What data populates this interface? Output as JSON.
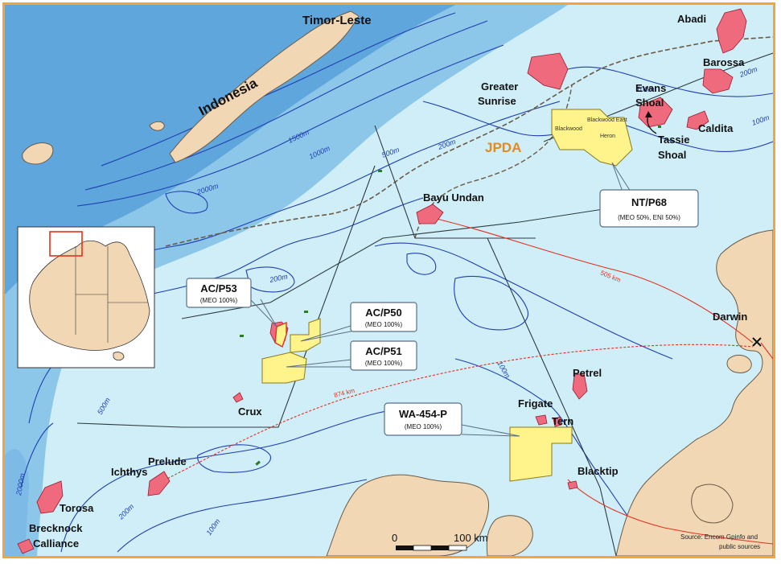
{
  "colors": {
    "deep_sea": "#4f97d4",
    "mid_sea": "#8cc7ea",
    "shelf_sea": "#cfeef8",
    "land": "#f2d7b5",
    "field": "#f06a7e",
    "permit": "#fff38c",
    "contour": "#1f3fb0",
    "pipeline": "#e2311f",
    "frame": "#f3a43a",
    "jpda_label": "#e38a1c"
  },
  "countries": {
    "timor_leste": "Timor-Leste",
    "indonesia": "Indonesia"
  },
  "zone_label": "JPDA",
  "fields": {
    "abadi": "Abadi",
    "barossa": "Barossa",
    "greater_sunrise": "Greater\nSunrise",
    "evans_shoal": "Evans\nShoal",
    "caldita": "Caldita",
    "tassie_shoal": "Tassie\nShoal",
    "bayu_undan": "Bayu Undan",
    "petrel": "Petrel",
    "frigate": "Frigate",
    "tern": "Tern",
    "blacktip": "Blacktip",
    "crux": "Crux",
    "ichthys": "Ichthys",
    "prelude": "Prelude",
    "torosa": "Torosa",
    "brecknock": "Brecknock",
    "calliance": "Calliance",
    "blackwood": "Blackwood",
    "blackwood_east": "Blackwood East",
    "heron": "Heron"
  },
  "city": "Darwin",
  "permits": [
    {
      "id": "ntp68",
      "title": "NT/P68",
      "subtitle": "(MEO 50%, ENI 50%)"
    },
    {
      "id": "acp53",
      "title": "AC/P53",
      "subtitle": "(MEO 100%)"
    },
    {
      "id": "acp50",
      "title": "AC/P50",
      "subtitle": "(MEO 100%)"
    },
    {
      "id": "acp51",
      "title": "AC/P51",
      "subtitle": "(MEO 100%)"
    },
    {
      "id": "wa454p",
      "title": "WA-454-P",
      "subtitle": "(MEO 100%)"
    }
  ],
  "contours": {
    "c1500": "1500m",
    "c1000": "1000m",
    "c2000a": "2000m",
    "c500a": "500m",
    "c200a": "200m",
    "c2000b": "2000m",
    "c500b": "500m",
    "c200b": "200m",
    "c100a": "100m",
    "c100b": "100m",
    "c200c": "200m",
    "c100c": "100m",
    "c100d": "100m",
    "c200d": "200m"
  },
  "distances": {
    "d505": "505 km",
    "d874": "874 km"
  },
  "scale": {
    "zero": "0",
    "end": "100 km"
  },
  "source_note": "Source: Encom Gpinfo and\npublic sources"
}
